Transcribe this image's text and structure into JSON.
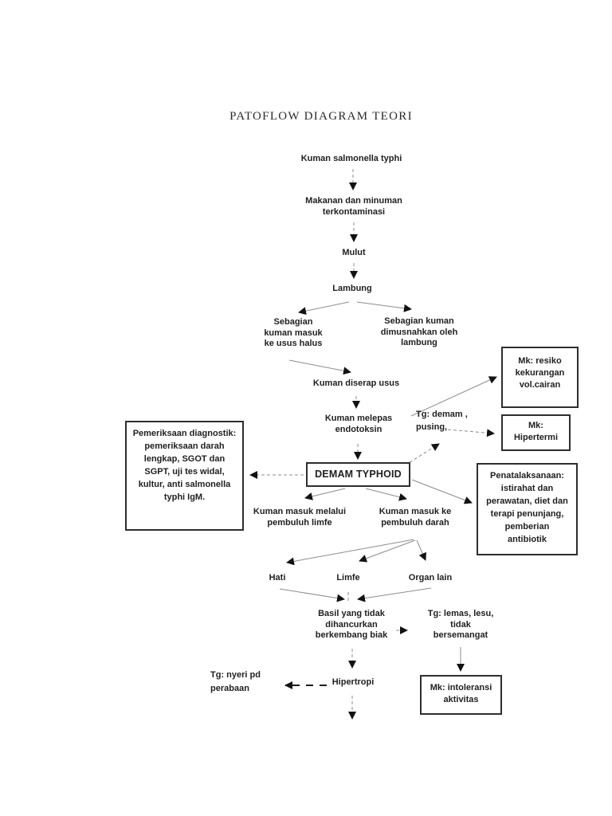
{
  "page": {
    "title": "PATOFLOW DIAGRAM TEORI"
  },
  "colors": {
    "background": "#ffffff",
    "text": "#1f1f1f",
    "line": "#8c8c8c",
    "arrowhead": "#121212",
    "box_border": "#2e2e2e"
  },
  "nodes": {
    "kuman_salmonella": [
      "Kuman salmonella typhi"
    ],
    "makanan": [
      "Makanan dan minuman",
      "terkontaminasi"
    ],
    "mulut": [
      "Mulut"
    ],
    "lambung": [
      "Lambung"
    ],
    "sebagian_masuk": [
      "Sebagian",
      "kuman masuk",
      "ke usus halus"
    ],
    "sebagian_dimusnahkan": [
      "Sebagian kuman",
      "dimusnahkan oleh",
      "lambung"
    ],
    "diserap": [
      "Kuman diserap usus"
    ],
    "melepas": [
      "Kuman melepas",
      "endotoksin"
    ],
    "tg_demam": [
      "Tg: demam ,",
      "pusing,"
    ],
    "demam_typhoid": [
      "DEMAM TYPHOID"
    ],
    "masuk_limfe": [
      "Kuman masuk melalui",
      "pembuluh limfe"
    ],
    "masuk_darah": [
      "Kuman masuk ke",
      "pembuluh darah"
    ],
    "hati": [
      "Hati"
    ],
    "limfe": [
      "Limfe"
    ],
    "organ_lain": [
      "Organ lain"
    ],
    "basil": [
      "Basil yang tidak",
      "dihancurkan",
      "berkembang biak"
    ],
    "tg_lemas": [
      "Tg: lemas, lesu,",
      "tidak",
      "bersemangat"
    ],
    "hipertropi": [
      "Hipertropi"
    ],
    "tg_nyeri": [
      "Tg: nyeri pd",
      "perabaan"
    ]
  },
  "boxes": {
    "pemeriksaan": [
      "Pemeriksaan diagnostik:",
      "pemeriksaan darah",
      "lengkap, SGOT dan",
      "SGPT, uji tes widal,",
      "kultur, anti salmonella",
      "typhi IgM."
    ],
    "mk_cairan": [
      "Mk: resiko",
      "kekurangan",
      "vol.cairan"
    ],
    "mk_hipertermi": [
      "Mk:",
      "Hipertermi"
    ],
    "penatalaksanaan": [
      "Penatalaksanaan:",
      "istirahat dan",
      "perawatan, diet dan",
      "terapi penunjang,",
      "pemberian",
      "antibiotik"
    ],
    "mk_intoleransi": [
      "Mk: intoleransi",
      "aktivitas"
    ]
  }
}
